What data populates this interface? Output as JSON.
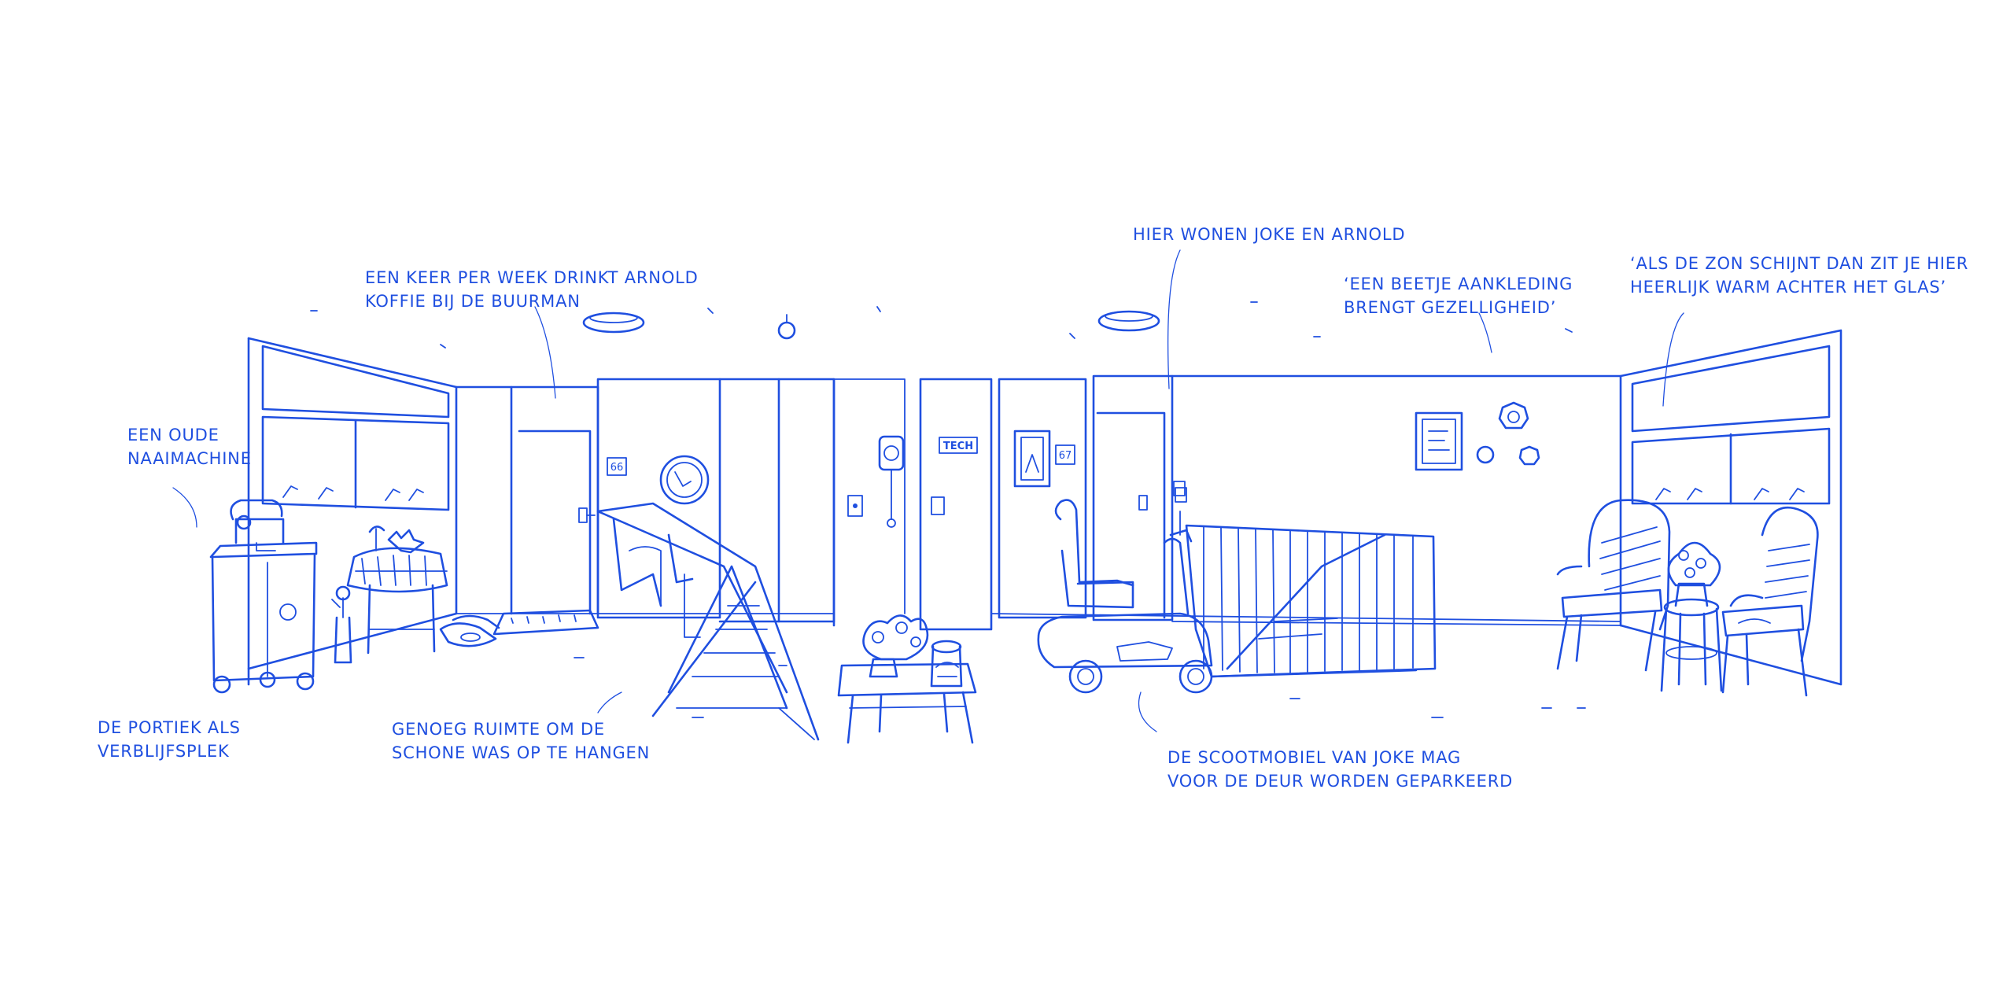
{
  "colors": {
    "ink": "#1f4fe0",
    "background": "#ffffff"
  },
  "annotations": [
    {
      "id": "naaimachine",
      "lines": [
        "Een oude",
        "naaimachine"
      ]
    },
    {
      "id": "portiek",
      "lines": [
        "De portiek als",
        "verblijfsplek"
      ]
    },
    {
      "id": "koffie",
      "lines": [
        "Een keer per week drinkt Arnold",
        "koffie bij de buurman"
      ]
    },
    {
      "id": "was",
      "lines": [
        "Genoeg ruimte om de",
        "schone was op te hangen"
      ]
    },
    {
      "id": "joke-arnold",
      "lines": [
        "Hier wonen Joke en Arnold"
      ]
    },
    {
      "id": "aankleding",
      "lines": [
        "‘Een beetje aankleding",
        "brengt gezelligheid’"
      ]
    },
    {
      "id": "zon",
      "lines": [
        "‘Als de zon schijnt dan zit je hier",
        "heerlijk warm achter het glas’"
      ]
    },
    {
      "id": "scootmobiel",
      "lines": [
        "De scootmobiel van Joke mag",
        "voor de deur worden geparkeerd"
      ]
    }
  ],
  "signs": {
    "door_left_number": "66",
    "door_right_number": "67",
    "tech_door": "TECH"
  },
  "icons": [
    "sewing-machine-icon",
    "washing-line-rack-icon",
    "mobility-scooter-icon",
    "wicker-chair-icon",
    "flower-vase-icon",
    "wall-clock-icon",
    "ceiling-lamp-icon",
    "smoke-detector-icon",
    "stair-railing-icon"
  ]
}
